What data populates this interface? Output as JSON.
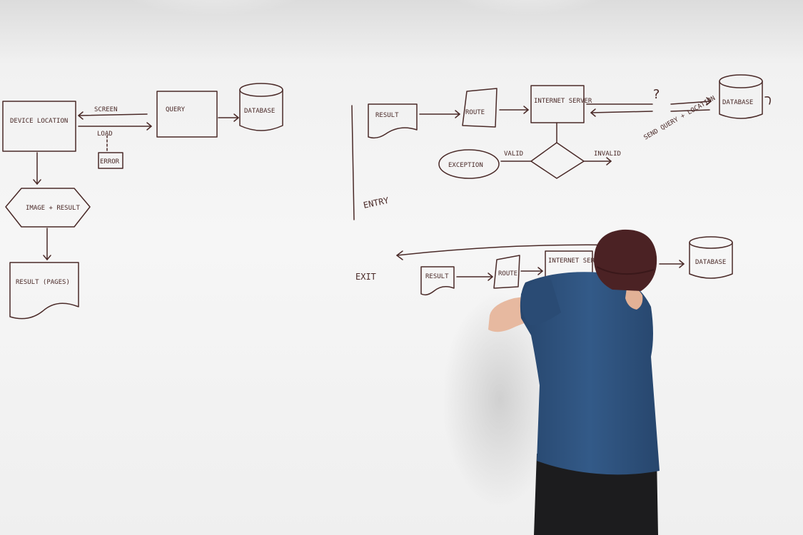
{
  "scene": {
    "description_tag": "whiteboard-flowchart-photo",
    "marker_color": "#4a2a28",
    "board_color": "#f4f4f4",
    "shirt_color": "#2f4f78",
    "beanie_color": "#4b2224"
  },
  "labels": {
    "left_box_1": "DEVICE LOCATION",
    "left_arrow_top": "SCREEN",
    "left_arrow_bottom": "LOAD",
    "left_box_2": "QUERY",
    "left_db": "DATABASE",
    "left_small": "ERROR",
    "left_decision": "IMAGE + RESULT",
    "left_doc": "RESULT (PAGES)",
    "right_doc": "RESULT",
    "right_para": "ROUTE",
    "right_box": "INTERNET SERVER",
    "right_question": "?",
    "right_db": "DATABASE",
    "right_note": "SEND QUERY + LOCATION",
    "right_oval": "EXCEPTION",
    "right_valid": "VALID",
    "right_invalid": "INVALID",
    "entry": "ENTRY",
    "exit": "EXIT",
    "bottom_doc": "RESULT",
    "bottom_para": "ROUTE",
    "bottom_box": "INTERNET SERVER",
    "bottom_db": "DATABASE"
  }
}
